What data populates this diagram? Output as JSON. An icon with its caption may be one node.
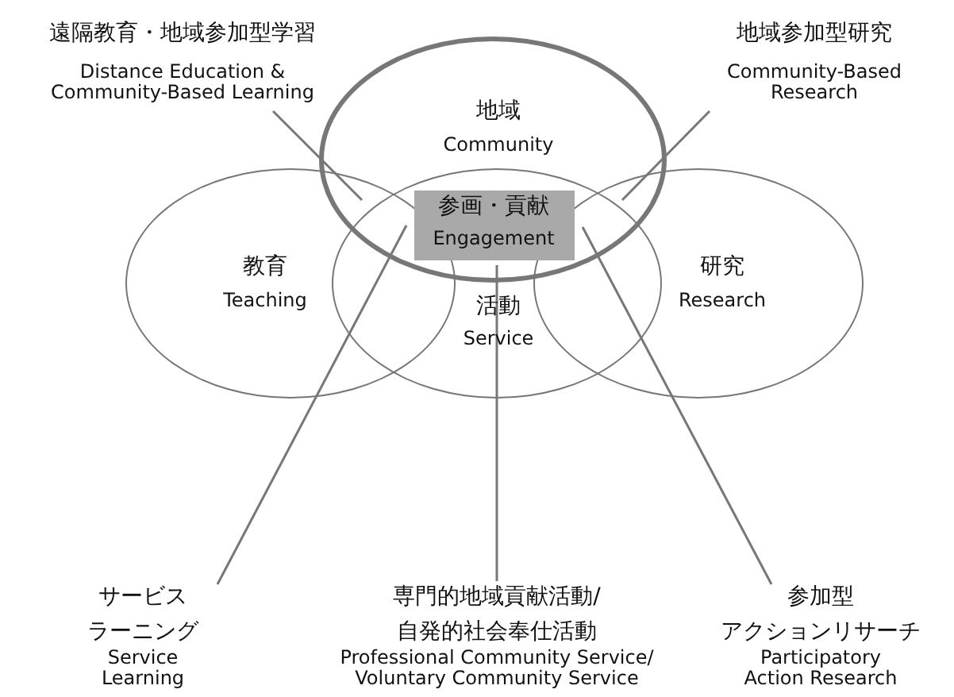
{
  "diagram": {
    "nodes": [
      {
        "text": [
          "地域",
          "Community"
        ]
      },
      {
        "text": [
          "教育",
          "Teaching"
        ]
      },
      {
        "text": [
          "活動",
          "Service"
        ]
      },
      {
        "text": [
          "研究",
          "Research"
        ]
      },
      {
        "text": [
          "参画・貢献",
          "Engagement"
        ]
      },
      {
        "text": [
          "遠隔教育・地域参加型学習",
          "Distance Education & Community-Based Learning"
        ]
      },
      {
        "text": [
          "地域参加型研究",
          "Community-Based Research"
        ]
      },
      {
        "text": [
          "サービスラーニング",
          "Service Learning"
        ]
      },
      {
        "text": [
          "専門的地域貢献活動/自発的社会奉仕活動",
          "Professional Community Service/ Voluntary Community Service"
        ]
      },
      {
        "text": [
          "参加型アクションリサーチ",
          "Participatory Action Research"
        ]
      }
    ],
    "edges": [
      {
        "from": 5,
        "to": 1,
        "arrow": "none"
      },
      {
        "from": 6,
        "to": 2,
        "arrow": "none"
      },
      {
        "from": 7,
        "to": 1,
        "arrow": "none"
      },
      {
        "from": 8,
        "to": 4,
        "arrow": "none"
      },
      {
        "from": 9,
        "to": 2,
        "arrow": "none"
      }
    ]
  }
}
